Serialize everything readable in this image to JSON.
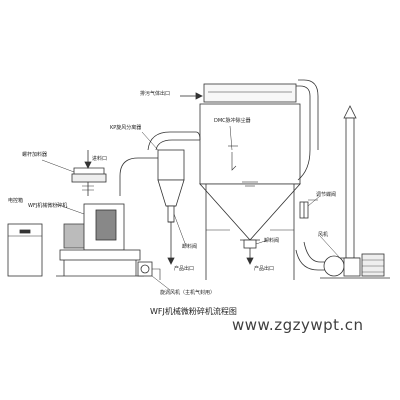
{
  "labels": {
    "exhaust_outlet": "排污气体出口",
    "dust_collector": "DMC脉冲除尘器",
    "cyclone": "KP旋风分离器",
    "screw_feeder": "螺杆加料器",
    "feed_inlet": "进料口",
    "control_cabinet": "电控箱",
    "mill": "WFJ机械微粉碎机",
    "discharge_valve_1": "卸料阀",
    "discharge_valve_2": "卸料阀",
    "product_outlet_1": "产品出口",
    "product_outlet_2": "产品出口",
    "adjust_valve": "调节蝶阀",
    "fan": "风机",
    "cooling_fan": "旋涡风机（主机气封用）"
  },
  "title": "WFJ机械微粉碎机流程图",
  "watermark": "www.zgzywpt.cn",
  "colors": {
    "line": "#333333",
    "machine": "#555555",
    "fill_light": "#f7f7f7"
  }
}
